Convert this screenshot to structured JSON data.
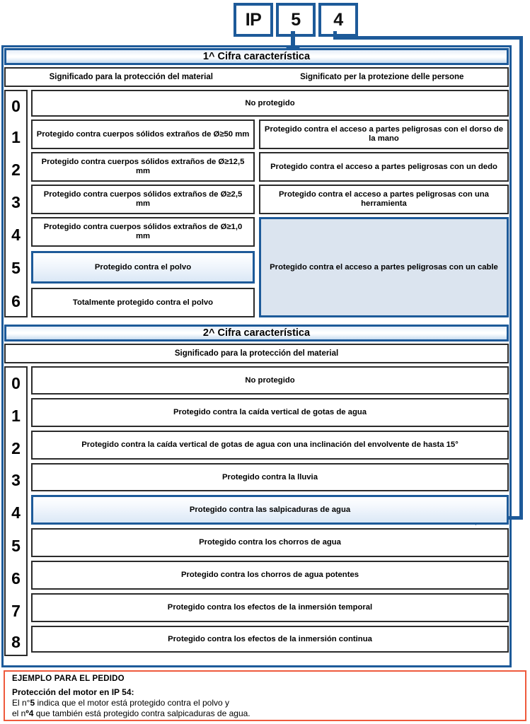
{
  "ip_code": {
    "letter": "IP",
    "digit1": "5",
    "digit2": "4"
  },
  "colors": {
    "accent_blue": "#1d5a99",
    "highlight_fill": "#dbe8f6",
    "shade_fill": "#dbe4ef",
    "example_border": "#ef5a3c",
    "text": "#000000"
  },
  "section1": {
    "title": "1^ Cifra característica",
    "col_header_left": "Significado para la protección del material",
    "col_header_right": "Significato per la protezione delle persone",
    "digits": [
      "0",
      "1",
      "2",
      "3",
      "4",
      "5",
      "6"
    ],
    "rows": [
      {
        "digit": "0",
        "layout": "full",
        "material": "No protegido",
        "persons": ""
      },
      {
        "digit": "1",
        "layout": "split",
        "material": "Protegido contra cuerpos sólidos extraños de Ø≥50 mm",
        "persons": "Protegido contra el acceso a partes peligrosas con el dorso de la mano"
      },
      {
        "digit": "2",
        "layout": "split",
        "material": "Protegido contra cuerpos sólidos extraños de Ø≥12,5 mm",
        "persons": "Protegido contra el acceso a partes peligrosas con un dedo"
      },
      {
        "digit": "3",
        "layout": "split",
        "material": "Protegido contra cuerpos sólidos extraños de Ø≥2,5 mm",
        "persons": "Protegido contra el acceso a partes peligrosas con una herramienta"
      },
      {
        "digit": "4",
        "layout": "split",
        "material": "Protegido contra cuerpos sólidos extraños de Ø≥1,0 mm",
        "persons": ""
      },
      {
        "digit": "5",
        "layout": "split",
        "material": "Protegido contra el polvo",
        "persons": "",
        "highlighted": true
      },
      {
        "digit": "6",
        "layout": "split",
        "material": "Totalmente protegido contra el polvo",
        "persons": ""
      }
    ],
    "merged_persons_cell": "Protegido contra el acceso a partes peligrosas con un cable"
  },
  "section2": {
    "title": "2^ Cifra característica",
    "col_header": "Significado para la protección del material",
    "digits": [
      "0",
      "1",
      "2",
      "3",
      "4",
      "5",
      "6",
      "7",
      "8"
    ],
    "rows": [
      {
        "digit": "0",
        "text": "No protegido"
      },
      {
        "digit": "1",
        "text": "Protegido contra la caída vertical de gotas de agua"
      },
      {
        "digit": "2",
        "text": "Protegido contra la caída vertical de gotas de agua con una inclinación del envolvente de hasta 15°"
      },
      {
        "digit": "3",
        "text": "Protegido contra la lluvia"
      },
      {
        "digit": "4",
        "text": "Protegido contra las salpicaduras de agua",
        "highlighted": true
      },
      {
        "digit": "5",
        "text": "Protegido contra los chorros de agua"
      },
      {
        "digit": "6",
        "text": "Protegido contra los chorros de agua potentes"
      },
      {
        "digit": "7",
        "text": "Protegido contra los efectos de la inmersión temporal"
      },
      {
        "digit": "8",
        "text": "Protegido contra los efectos de la inmersión continua"
      }
    ]
  },
  "example": {
    "title": "EJEMPLO PARA EL PEDIDO",
    "subtitle": "Protección del motor en IP 54:",
    "line1_pre": "El n°",
    "line1_bold": "5",
    "line1_post": " indica que el motor está protegido contra el polvo y",
    "line2_pre": "el n",
    "line2_bold": "º4",
    "line2_post": " que también está protegido contra salpicaduras de agua."
  }
}
